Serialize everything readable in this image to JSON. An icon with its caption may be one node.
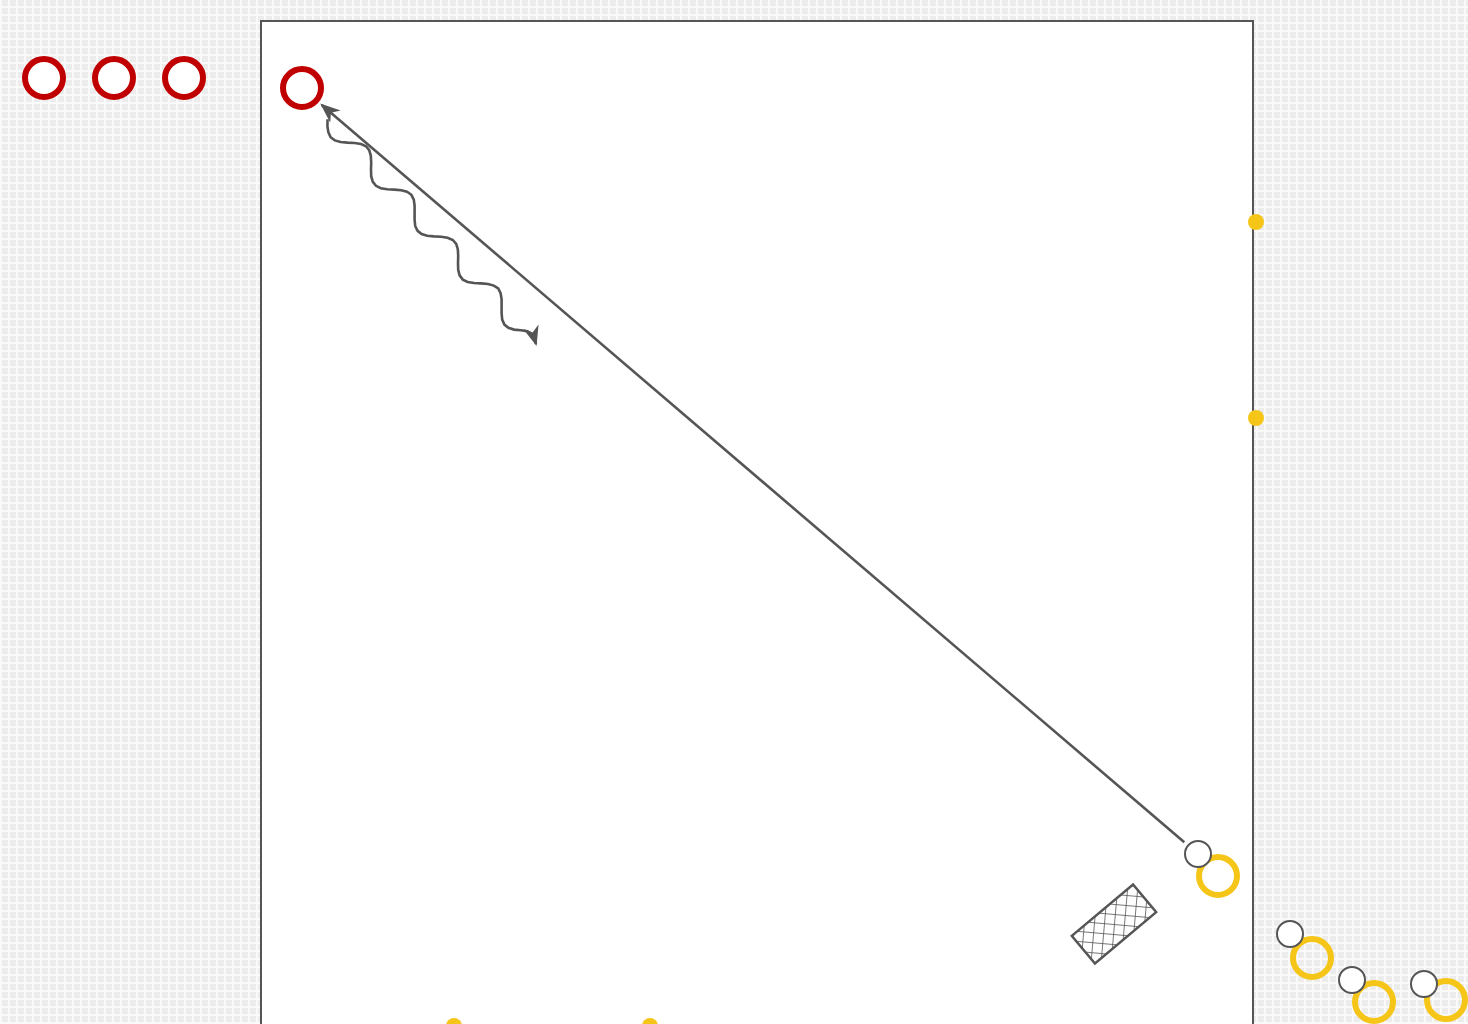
{
  "diagram": {
    "nodes": [
      {
        "text": [],
        "shape": "circle"
      },
      {
        "text": [],
        "shape": "circle"
      },
      {
        "text": [],
        "shape": "circle"
      },
      {
        "text": [],
        "shape": "circle"
      },
      {
        "text": [],
        "shape": "circle"
      },
      {
        "text": [],
        "shape": "circle"
      },
      {
        "text": [],
        "shape": "circle"
      },
      {
        "text": [],
        "shape": "circle"
      },
      {
        "text": [],
        "shape": "circle"
      },
      {
        "text": [],
        "shape": "circle"
      },
      {
        "text": [],
        "shape": "circle"
      },
      {
        "text": [],
        "shape": "circle"
      }
    ],
    "edges": [
      {
        "from": 8,
        "to": 3,
        "arrow": "to"
      },
      {
        "from": 3,
        "to": null,
        "arrow": "to"
      }
    ]
  }
}
